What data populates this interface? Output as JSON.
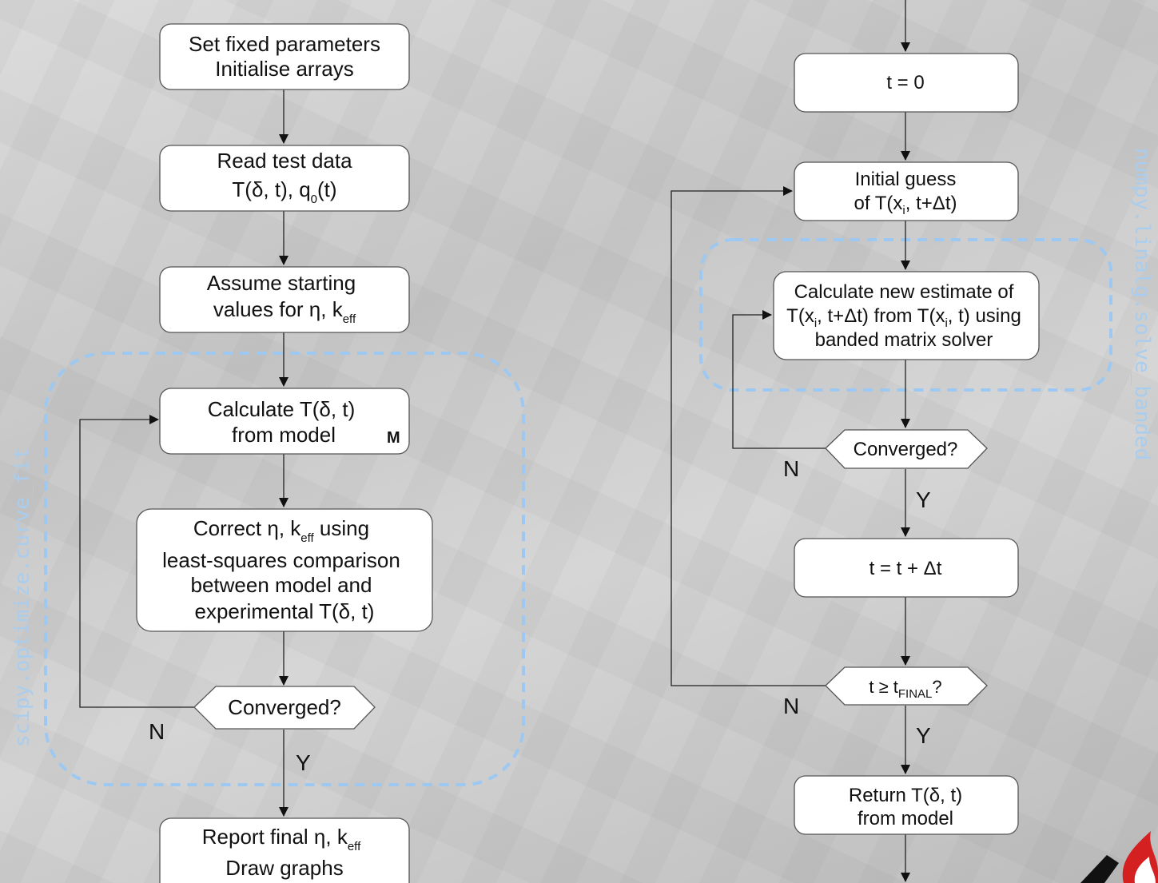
{
  "left_flow": {
    "box1": {
      "line1": "Set fixed parameters",
      "line2": "Initialise arrays"
    },
    "box2": {
      "line1": "Read test data",
      "line2_prefix": "T(δ, t), q",
      "line2_sub": "0",
      "line2_suffix": "(t)"
    },
    "box3": {
      "line1": "Assume starting",
      "line2_prefix": "values for η, k",
      "line2_sub": "eff"
    },
    "box4": {
      "line1": "Calculate T(δ, t)",
      "line2": "from model",
      "marker": "M"
    },
    "box5": {
      "line1_prefix": "Correct η, k",
      "line1_sub": "eff",
      "line1_suffix": " using",
      "line2": "least-squares comparison",
      "line3": "between model and",
      "line4": "experimental T(δ, t)"
    },
    "decision": "Converged?",
    "no_label": "N",
    "yes_label": "Y",
    "box6": {
      "line1_prefix": "Report final η, k",
      "line1_sub": "eff",
      "line2": "Draw graphs"
    },
    "group_label": "scipy.optimize.curve_fit"
  },
  "right_flow": {
    "box1": "t = 0",
    "box2": {
      "line1": "Initial guess",
      "line2_a": "of T(x",
      "line2_sub": "i",
      "line2_b": ", t+Δt)"
    },
    "box3": {
      "line1": "Calculate new estimate of",
      "line2_a": "T(x",
      "line2_sub1": "i",
      "line2_b": ", t+Δt) from T(x",
      "line2_sub2": "i",
      "line2_c": ", t) using",
      "line3": "banded matrix solver"
    },
    "decision1": "Converged?",
    "no_label1": "N",
    "yes_label1": "Y",
    "box4": "t = t + Δt",
    "decision2_a": "t ≥ t",
    "decision2_sub": "FINAL",
    "decision2_b": "?",
    "no_label2": "N",
    "yes_label2": "Y",
    "box5": {
      "line1": "Return T(δ, t)",
      "line2": "from model"
    },
    "group_label": "numpy.linalg.solve_banded"
  },
  "colors": {
    "dashed_group": "#9cc8f2",
    "logo": "#d42020"
  }
}
